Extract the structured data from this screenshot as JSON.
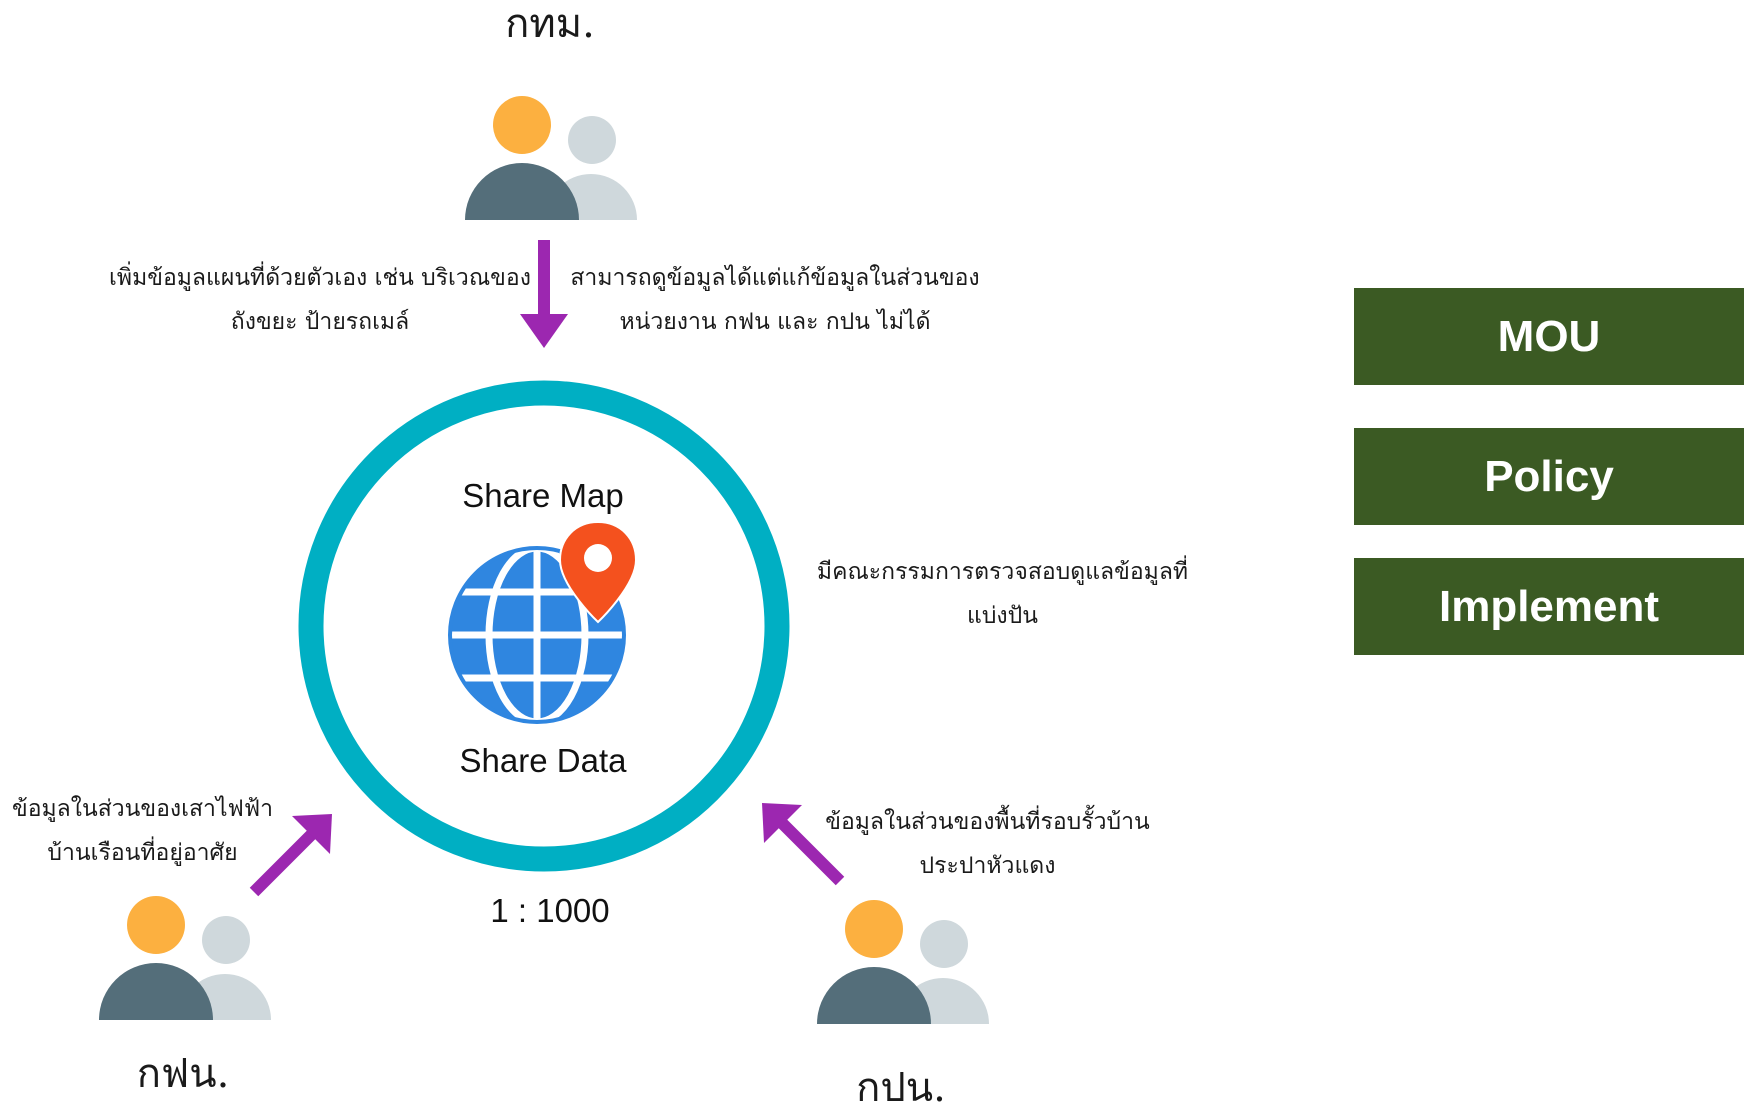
{
  "nodes": {
    "top": {
      "label": "กทม."
    },
    "left": {
      "label": "กฟน."
    },
    "right": {
      "label": "กปน."
    }
  },
  "notes": {
    "top_left": [
      "เพิ่มข้อมูลแผนที่ด้วยตัวเอง เช่น บริเวณของ",
      "ถังขยะ ป้ายรถเมล์"
    ],
    "top_right": [
      "สามารถดูข้อมูลได้แต่แก้ข้อมูลในส่วนของ",
      "หน่วยงาน กฟน และ กปน ไม่ได้"
    ],
    "middle_right": [
      "มีคณะกรรมการตรวจสอบดูแลข้อมูลที่",
      "แบ่งปัน"
    ],
    "bottom_left": [
      "ข้อมูลในส่วนของเสาไฟฟ้า",
      "บ้านเรือนที่อยู่อาศัย"
    ],
    "bottom_right": [
      "ข้อมูลในส่วนของพื้นที่รอบรั้วบ้าน",
      "ประปาหัวแดง"
    ]
  },
  "center": {
    "top_text": "Share Map",
    "bottom_text": "Share Data",
    "scale": "1 : 1000"
  },
  "sidebar": {
    "boxes": [
      "MOU",
      "Policy",
      "Implement"
    ]
  },
  "colors": {
    "ring": "#00afc3",
    "arrow": "#9c27b0",
    "box": "#3b5a23",
    "person_front_head": "#fcb040",
    "person_front_body": "#546e7a",
    "person_back": "#cfd8dc",
    "globe": "#2f86e0",
    "pin": "#f4511e"
  }
}
